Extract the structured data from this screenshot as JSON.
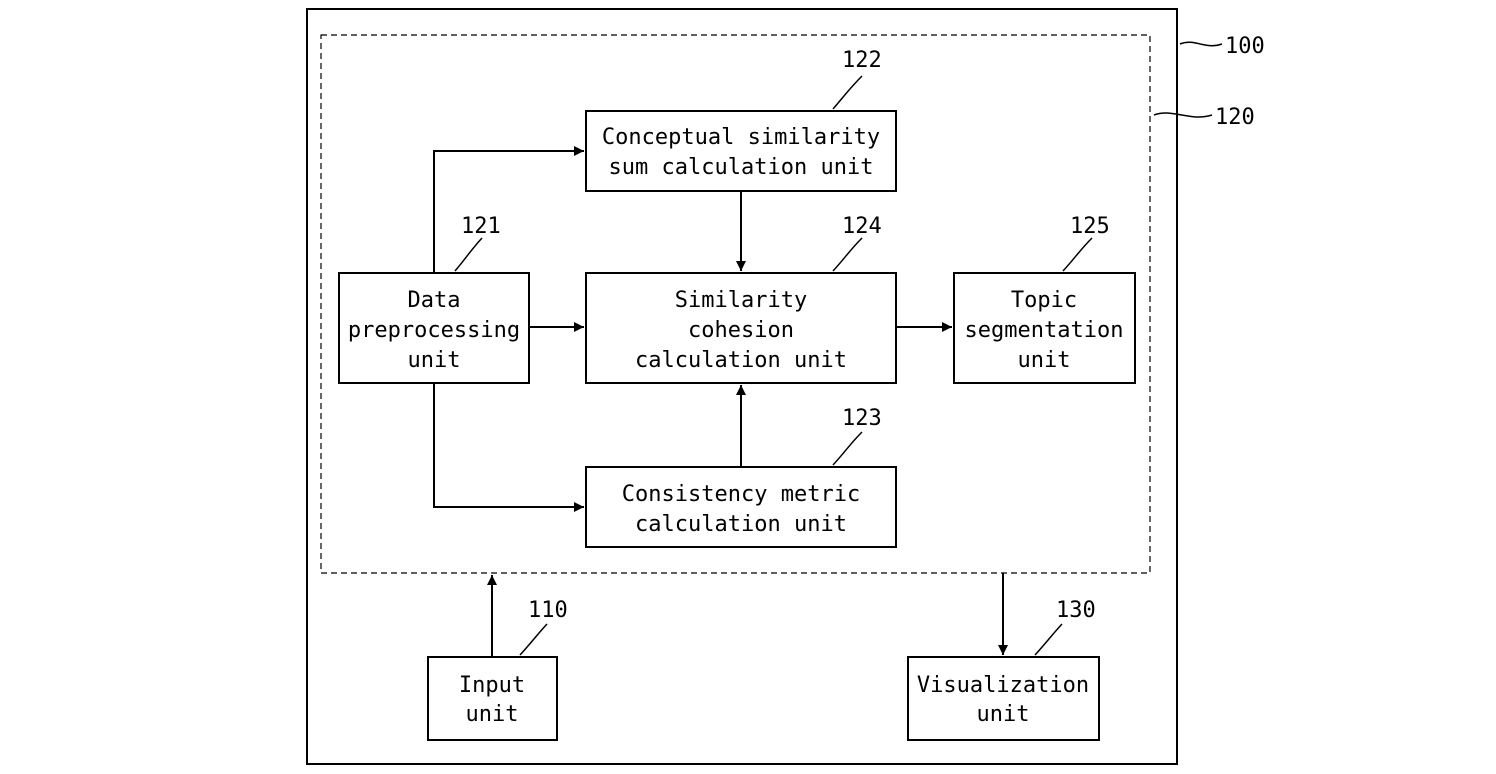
{
  "system": {
    "ref": "100"
  },
  "processor": {
    "ref": "120"
  },
  "blocks": {
    "conceptual": {
      "ref": "122",
      "lines": [
        "Conceptual similarity",
        "sum calculation unit"
      ]
    },
    "preprocessing": {
      "ref": "121",
      "lines": [
        "Data",
        "preprocessing",
        "unit"
      ]
    },
    "cohesion": {
      "ref": "124",
      "lines": [
        "Similarity",
        "cohesion",
        "calculation unit"
      ]
    },
    "topic": {
      "ref": "125",
      "lines": [
        "Topic",
        "segmentation",
        "unit"
      ]
    },
    "consistency": {
      "ref": "123",
      "lines": [
        "Consistency metric",
        "calculation unit"
      ]
    },
    "input": {
      "ref": "110",
      "lines": [
        "Input",
        "unit"
      ]
    },
    "visualization": {
      "ref": "130",
      "lines": [
        "Visualization",
        "unit"
      ]
    }
  }
}
